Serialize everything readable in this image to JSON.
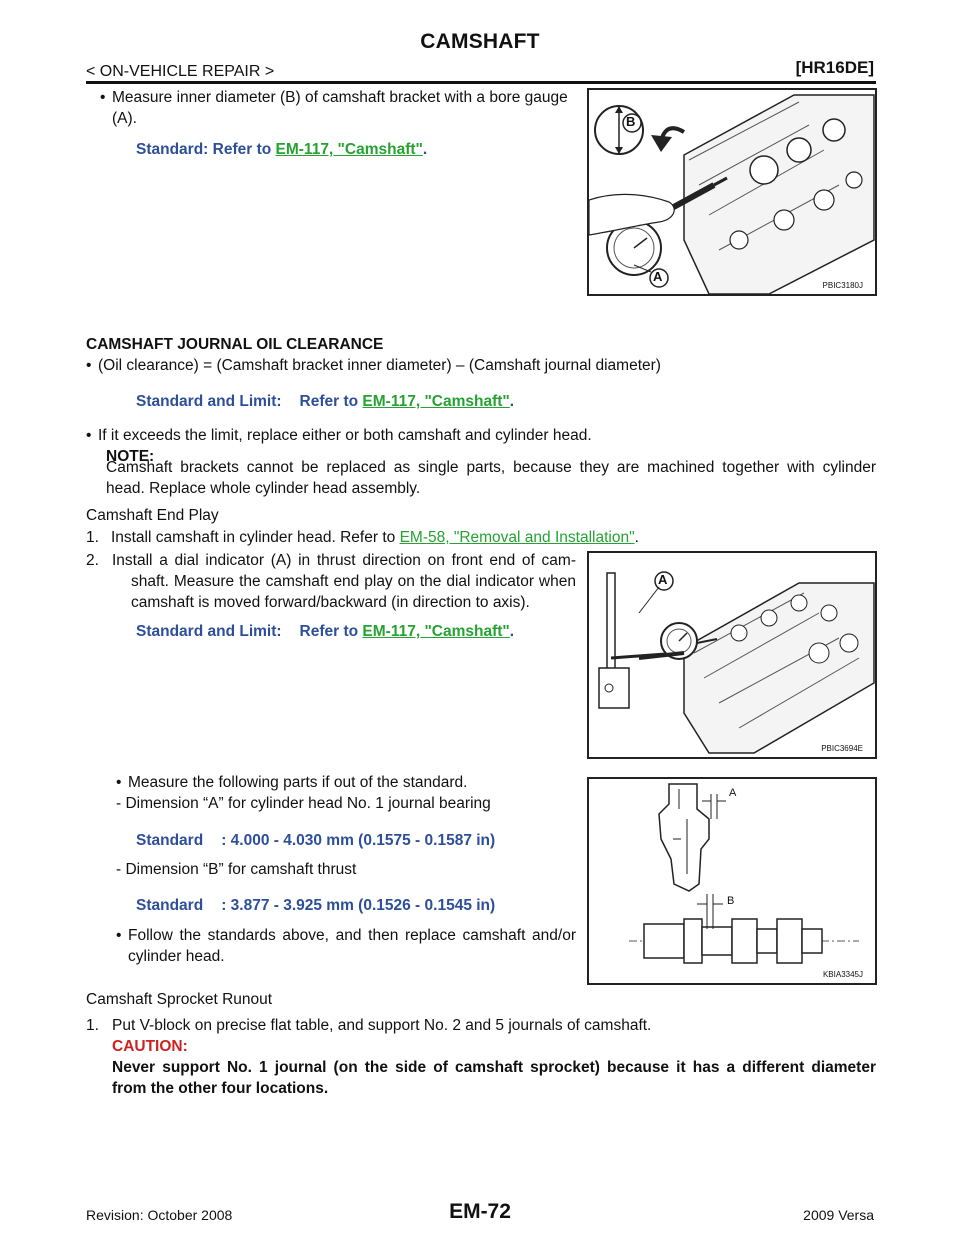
{
  "header": {
    "title": "CAMSHAFT",
    "section": "< ON-VEHICLE REPAIR >",
    "engine": "[HR16DE]"
  },
  "p1": {
    "bullet": "Measure inner diameter (B) of camshaft bracket with a bore gauge",
    "bullet_cont": "(A).",
    "std_prefix": "Standard: Refer to ",
    "std_link": "EM-117, \"Camshaft\"",
    "std_suffix": "."
  },
  "fig1": {
    "code": "PBIC3180J",
    "label_a": "A",
    "label_b": "B"
  },
  "oil": {
    "heading": "CAMSHAFT JOURNAL OIL CLEARANCE",
    "formula": "(Oil clearance) = (Camshaft bracket inner diameter) – (Camshaft journal diameter)",
    "std_prefix": "Standard and Limit:",
    "std_refer": "Refer to ",
    "std_link": "EM-117, \"Camshaft\"",
    "std_suffix": ".",
    "exceed": "If it exceeds the limit, replace either or both camshaft and cylinder head.",
    "note_label": "NOTE:",
    "note_line1": "Camshaft brackets cannot be replaced as single parts, because they are machined together with cylinder",
    "note_line2": "head. Replace whole cylinder head assembly."
  },
  "endplay": {
    "heading": "Camshaft End Play",
    "step1_num": "1.",
    "step1_text": "Install camshaft in cylinder head. Refer to ",
    "step1_link": "EM-58, \"Removal and Installation\"",
    "step1_suffix": ".",
    "step2_num": "2.",
    "step2_line1": "Install a dial indicator (A) in thrust direction on front end of cam-",
    "step2_line2": "shaft. Measure the camshaft end play on the dial indicator when",
    "step2_line3": "camshaft is moved forward/backward (in direction to axis).",
    "std_prefix": "Standard and Limit:",
    "std_refer": "Refer to ",
    "std_link": "EM-117, \"Camshaft\"",
    "std_suffix": ".",
    "measure_bullet": "Measure the following parts if out of the standard.",
    "dim_a": "- Dimension “A” for cylinder head No. 1 journal bearing",
    "std_a_label": "Standard",
    "std_a_value": ": 4.000 - 4.030 mm (0.1575 - 0.1587 in)",
    "dim_b": "- Dimension “B” for camshaft thrust",
    "std_b_label": "Standard",
    "std_b_value": ": 3.877 - 3.925 mm (0.1526 - 0.1545 in)",
    "follow_line1": "Follow the standards above, and then replace camshaft and/or",
    "follow_line2": "cylinder head."
  },
  "fig2": {
    "code": "PBIC3694E",
    "label_a": "A"
  },
  "fig3": {
    "code": "KBIA3345J",
    "label_a": "A",
    "label_b": "B"
  },
  "runout": {
    "heading": "Camshaft Sprocket Runout",
    "step1_num": "1.",
    "step1_text": "Put V-block on precise flat table, and support No. 2 and 5 journals of camshaft.",
    "caution_label": "CAUTION:",
    "caution_line1": "Never support No. 1 journal (on the side of camshaft sprocket) because it has a different diameter",
    "caution_line2": "from the other four locations."
  },
  "footer": {
    "revision": "Revision: October 2008",
    "page": "EM-72",
    "model": "2009 Versa"
  },
  "colors": {
    "standard_text": "#2d4f9a",
    "link": "#26a233",
    "caution": "#cc2222"
  }
}
